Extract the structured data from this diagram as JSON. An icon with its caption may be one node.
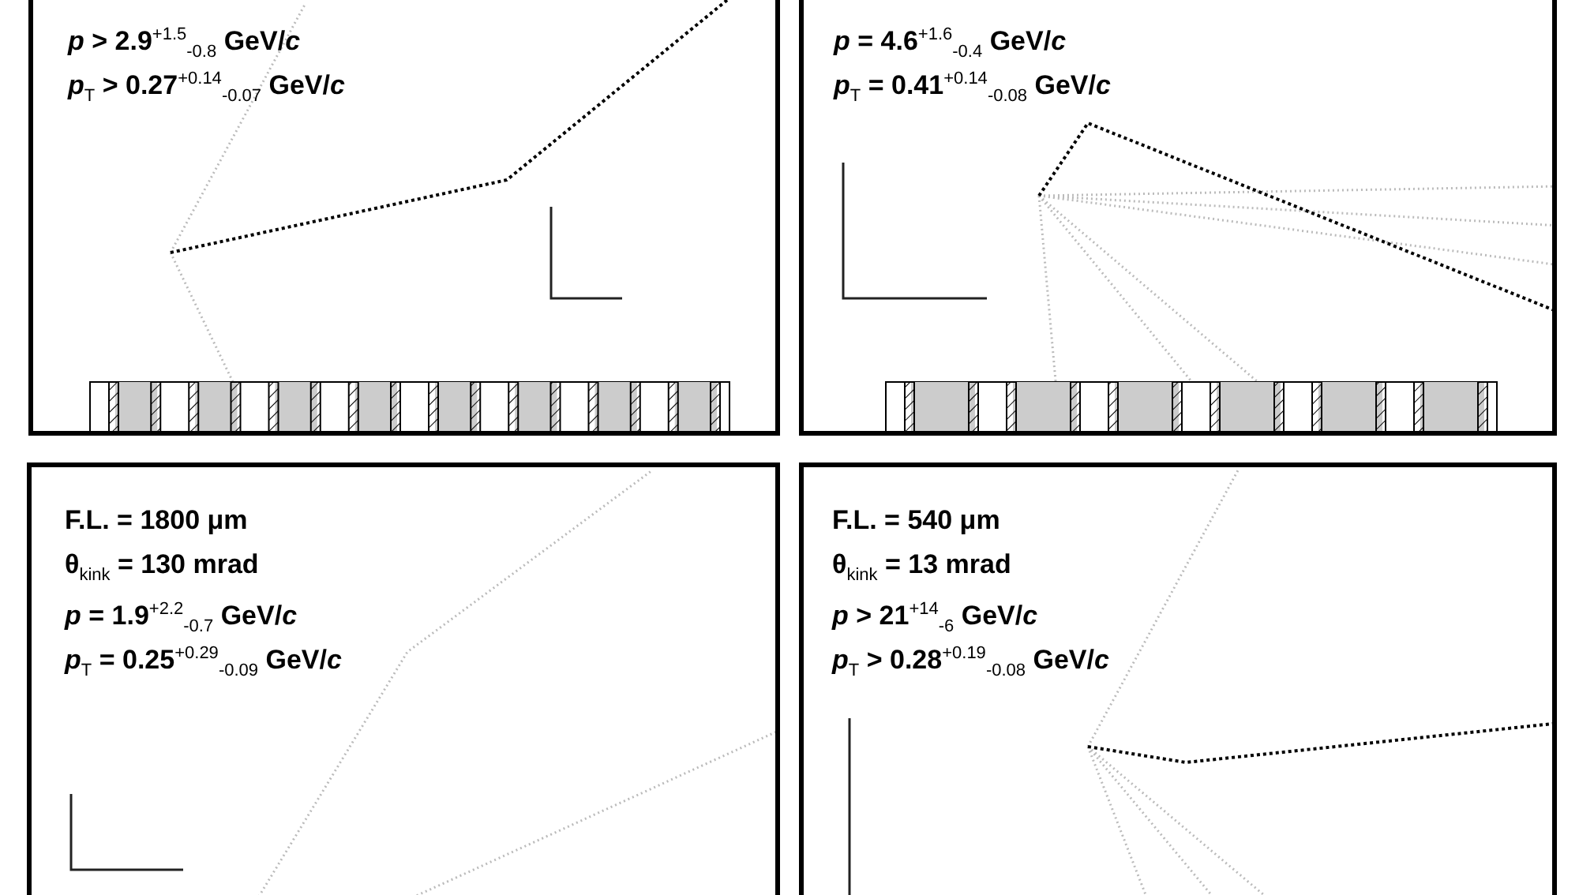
{
  "diagram": {
    "nodes": [
      {
        "text": [
          "*p* > 2.9$^{+1.5}$$_{-0.8}$ GeV/*c*",
          "*p*$_{T}$ > 0.27$^{+0.14}$$_{-0.07}$ GeV/*c*"
        ]
      },
      {
        "text": [
          "*p* = 4.6$^{+1.6}$$_{-0.4}$ GeV/*c*",
          "*p*$_{T}$ = 0.41$^{+0.14}$$_{-0.08}$ GeV/*c*"
        ]
      },
      {
        "text": [
          "F.L. = 1800 μm",
          "θ$_{kink}$ = 130 mrad",
          "*p* = 1.9$^{+2.2}$$_{-0.7}$ GeV/*c*",
          "*p*$_{T}$ = 0.25$^{+0.29}$$_{-0.09}$ GeV/*c*"
        ]
      },
      {
        "text": [
          "F.L. = 540 μm",
          "θ$_{kink}$ = 13 mrad",
          "*p* > 21$^{+14}$$_{-6}$ GeV/*c*",
          "*p*$_{T}$ > 0.28$^{+0.19}$$_{-0.08}$ GeV/*c*"
        ]
      }
    ]
  }
}
